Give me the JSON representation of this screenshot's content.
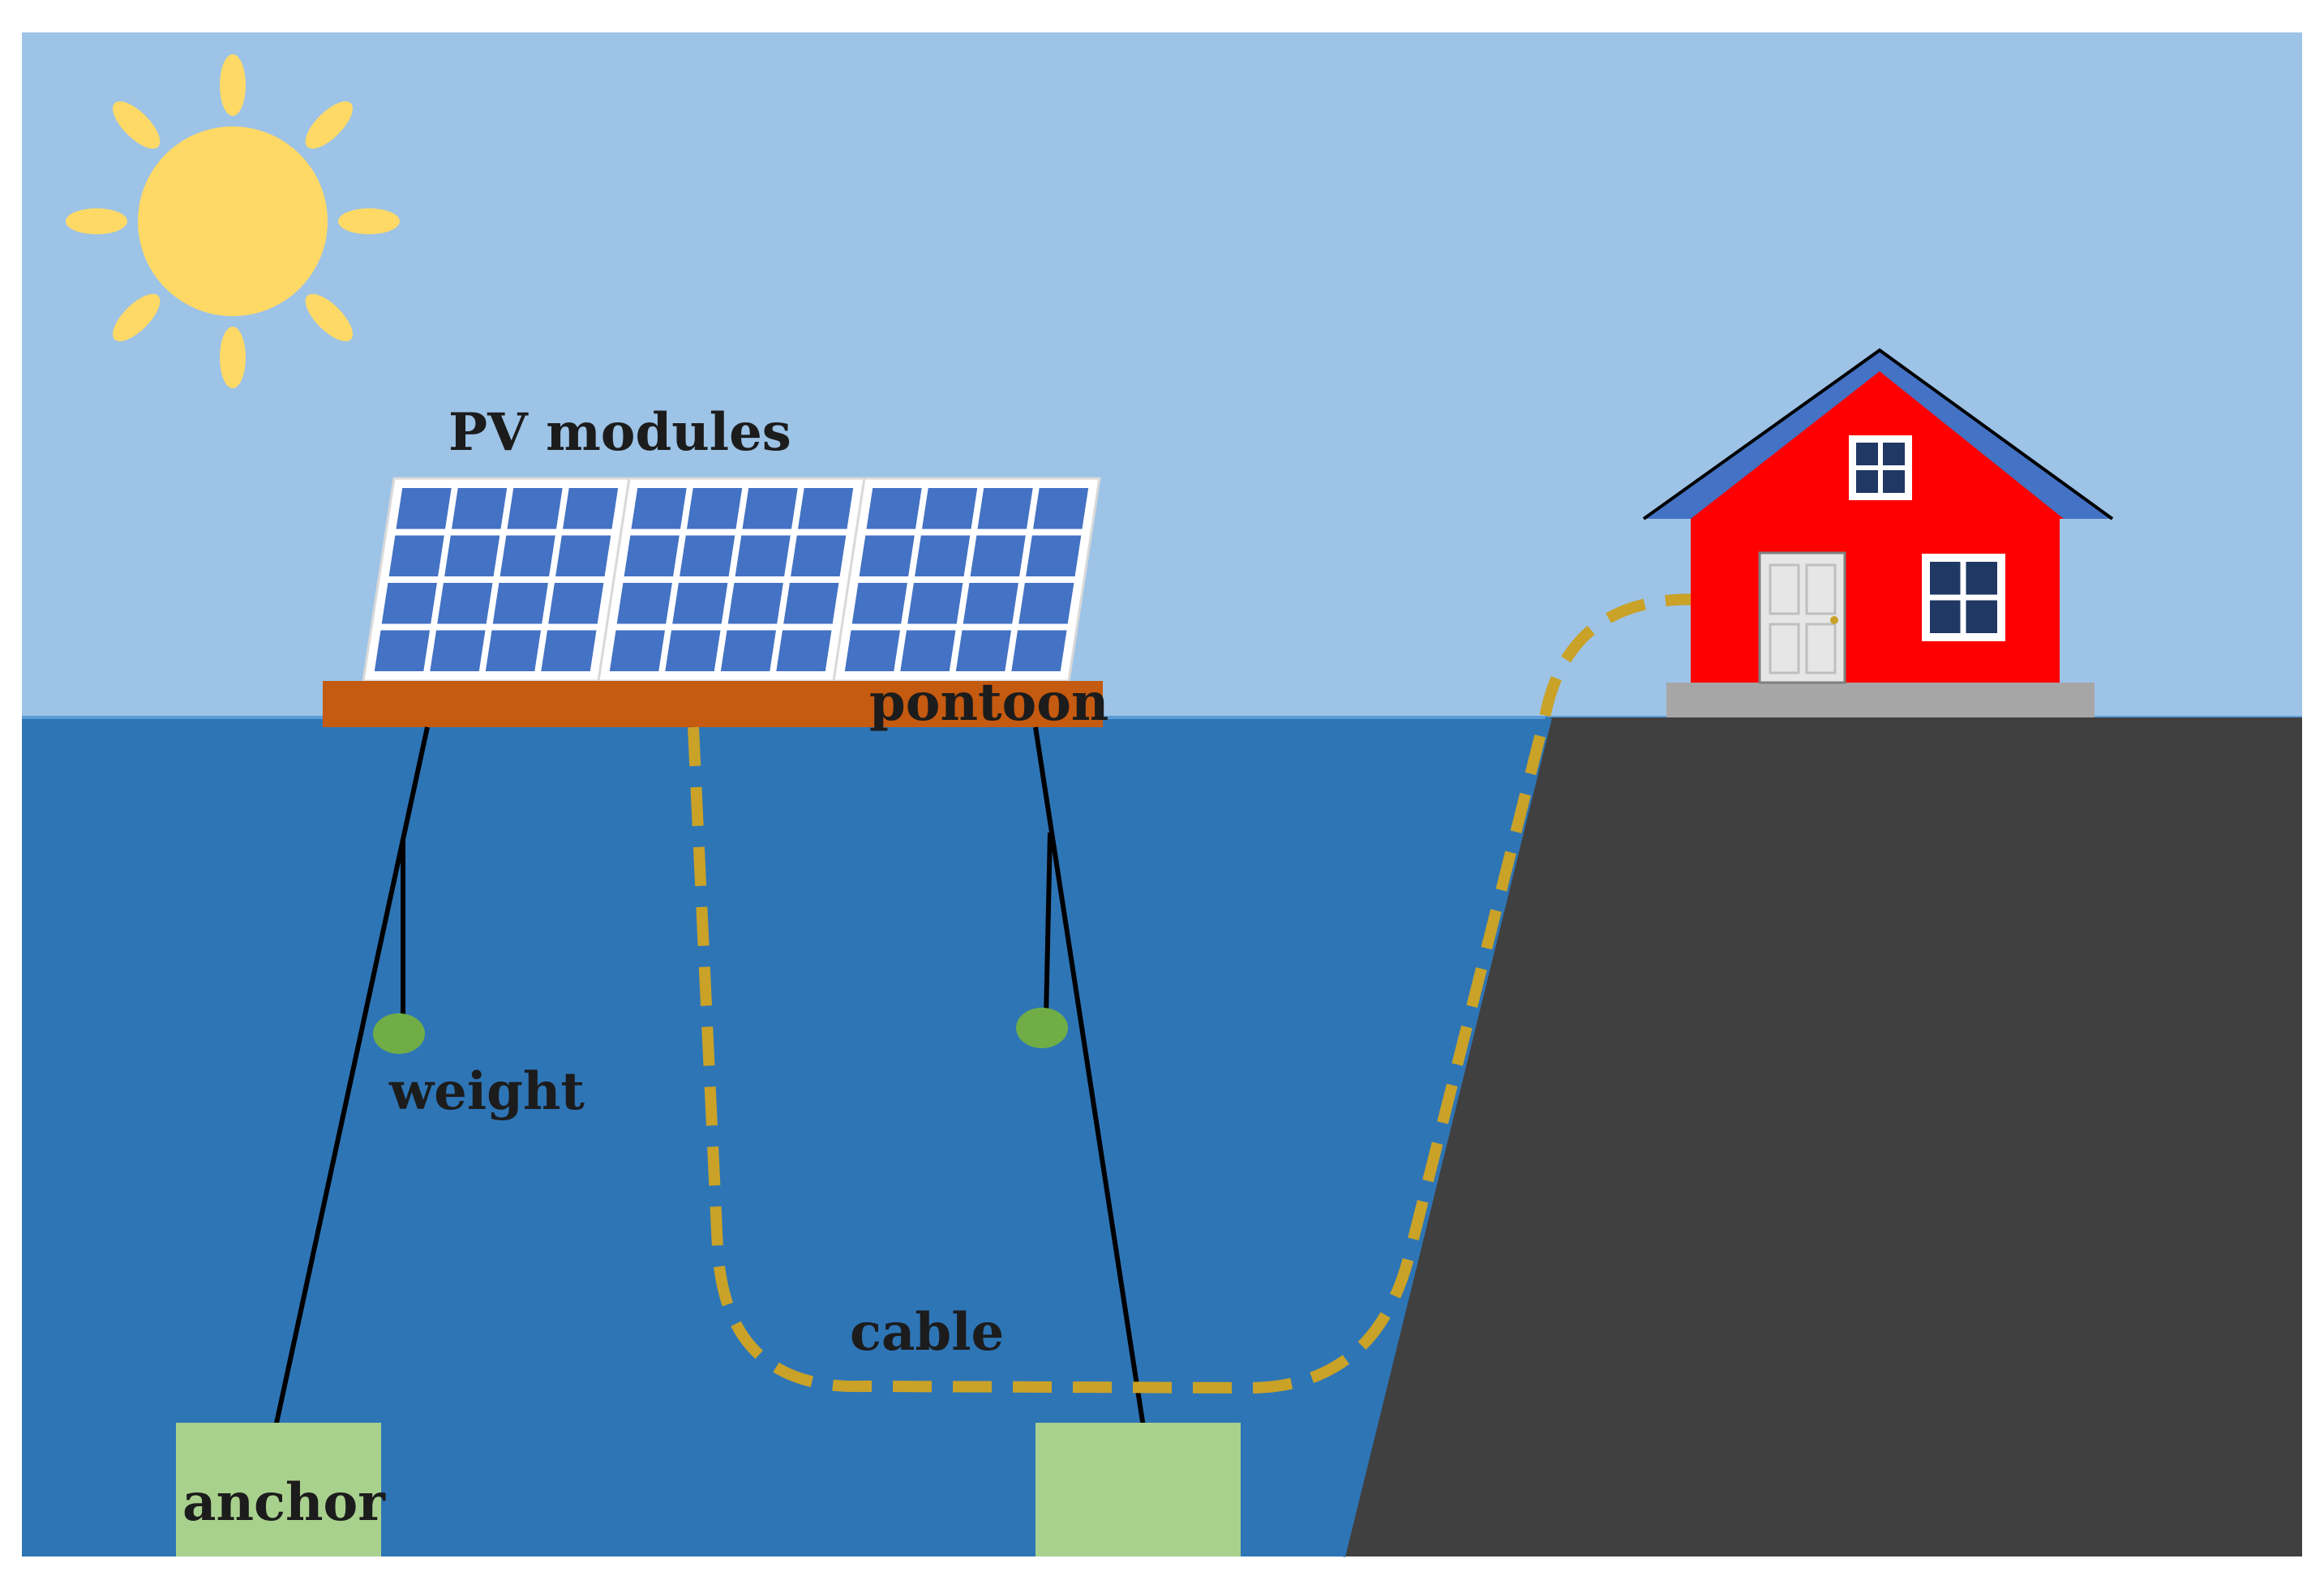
{
  "labels": {
    "pv_modules": "PV modules",
    "pontoon": "pontoon",
    "weight": "weight",
    "cable": "cable",
    "anchor": "anchor"
  },
  "colors": {
    "sky": "#9dc3e6",
    "water": "#2e75b6",
    "land": "#404040",
    "sun": "#ffd966",
    "panel_cell": "#4472c4",
    "pontoon": "#c55a11",
    "weight": "#70ad47",
    "anchor": "#a9d18e",
    "cable": "#c9a227",
    "house_wall": "#ff0000",
    "house_roof": "#4472c4",
    "house_base": "#a6a6a6"
  },
  "icons": [
    "sun-icon",
    "house-icon",
    "pv-panel-icon"
  ]
}
